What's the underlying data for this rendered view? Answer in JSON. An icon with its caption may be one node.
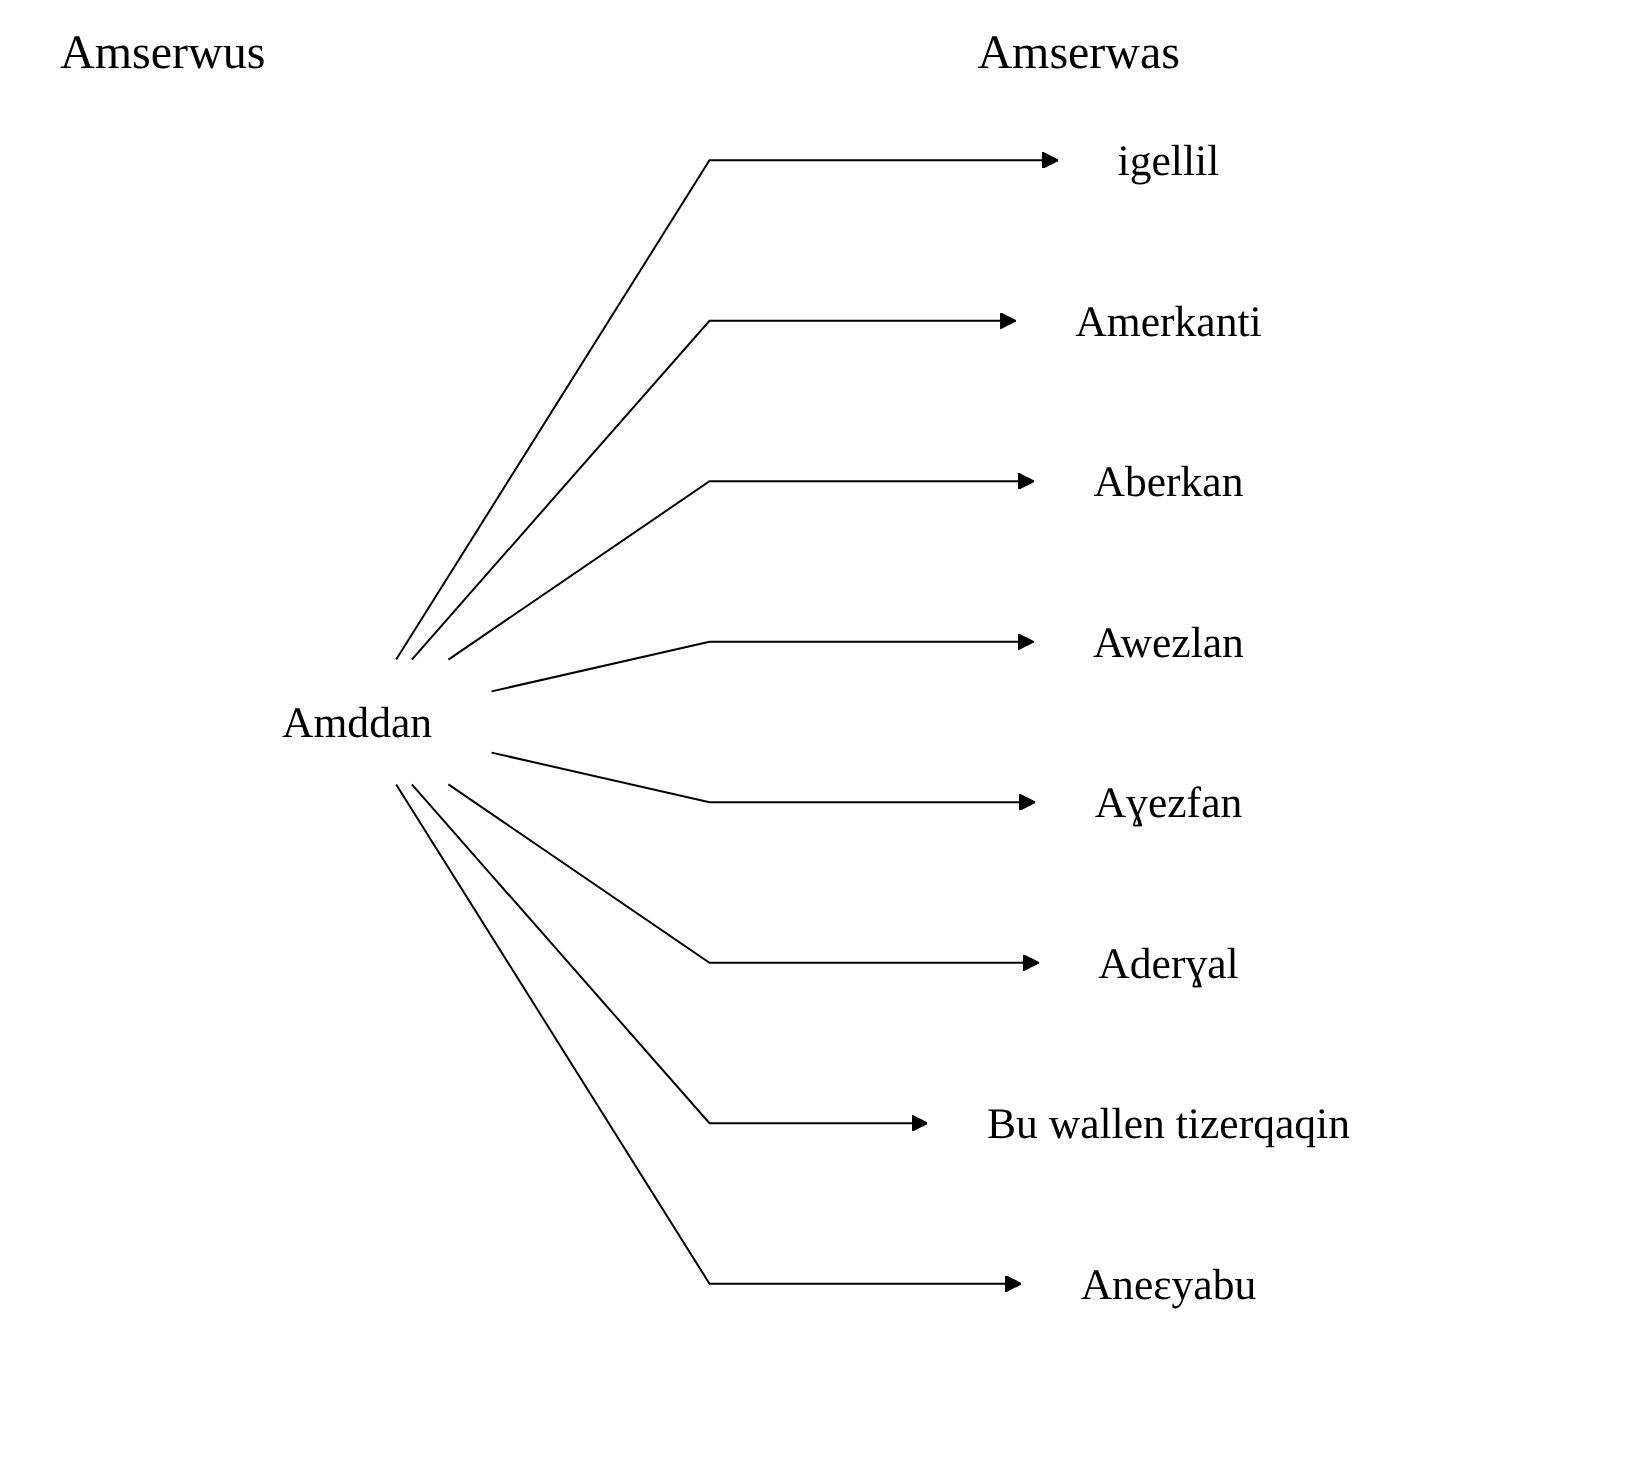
{
  "diagram": {
    "nodes": [
      {
        "text": [
          "Amddan"
        ]
      },
      {
        "text": [
          "igellil"
        ]
      },
      {
        "text": [
          "Amerkanti"
        ]
      },
      {
        "text": [
          "Aberkan"
        ]
      },
      {
        "text": [
          "Awezlan"
        ]
      },
      {
        "text": [
          "Aɣezfan"
        ]
      },
      {
        "text": [
          "Aderɣal"
        ]
      },
      {
        "text": [
          "Bu wallen tizerqaqin"
        ]
      },
      {
        "text": [
          "Aneɛyabu"
        ]
      }
    ],
    "edges": [
      {
        "from": 0,
        "to": 1,
        "arrow": "to"
      },
      {
        "from": 0,
        "to": 2,
        "arrow": "to"
      },
      {
        "from": 0,
        "to": 3,
        "arrow": "to"
      },
      {
        "from": 0,
        "to": 4,
        "arrow": "to"
      },
      {
        "from": 0,
        "to": 5,
        "arrow": "to"
      },
      {
        "from": 0,
        "to": 6,
        "arrow": "to"
      },
      {
        "from": 0,
        "to": 7,
        "arrow": "to"
      },
      {
        "from": 0,
        "to": 8,
        "arrow": "to"
      }
    ],
    "labels": [
      "Amserwus",
      "Amserwas"
    ]
  }
}
